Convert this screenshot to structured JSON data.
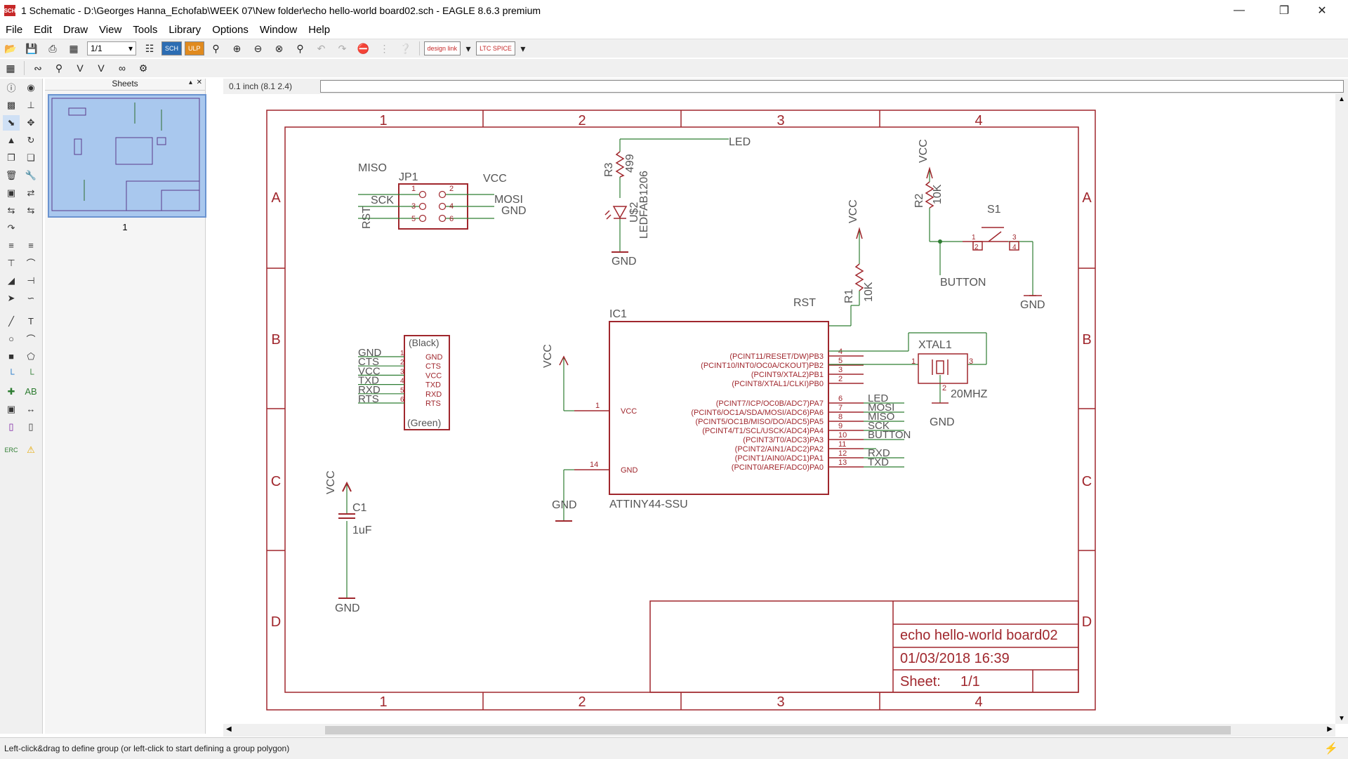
{
  "window": {
    "title": "1 Schematic - D:\\Georges Hanna_Echofab\\WEEK 07\\New folder\\echo hello-world board02.sch - EAGLE 8.6.3 premium",
    "icon_label": "SCH"
  },
  "menu": [
    "File",
    "Edit",
    "Draw",
    "View",
    "Tools",
    "Library",
    "Options",
    "Window",
    "Help"
  ],
  "toolbar": {
    "sheet_select": "1/1",
    "badges": [
      "SCH",
      "ULP",
      "design link",
      "LTC SPICE"
    ]
  },
  "sheets_panel": {
    "title": "Sheets",
    "sheet_number": "1"
  },
  "coords": "0.1 inch (8.1 2.4)",
  "status": "Left-click&drag to define group (or left-click to start defining a group polygon)",
  "schematic": {
    "frame_columns": [
      "1",
      "2",
      "3",
      "4"
    ],
    "frame_rows": [
      "A",
      "B",
      "C",
      "D"
    ],
    "title_block": {
      "name": "echo hello-world board02",
      "date": "01/03/2018 16:39",
      "sheet_label": "Sheet:",
      "sheet_value": "1/1"
    },
    "jp1": {
      "ref": "JP1",
      "pins": [
        "1",
        "2",
        "3",
        "4",
        "5",
        "6"
      ],
      "nets": {
        "miso": "MISO",
        "vcc": "VCC",
        "sck": "SCK",
        "mosi": "MOSI",
        "rst": "RST",
        "gnd": "GND"
      }
    },
    "r3": {
      "ref": "R3",
      "value": "499"
    },
    "led_net": "LED",
    "led": {
      "ref": "U$2",
      "value": "LEDFAB1206"
    },
    "gnd": "GND",
    "vcc": "VCC",
    "r2": {
      "ref": "R2",
      "value": "10K"
    },
    "s1": {
      "ref": "S1",
      "pins": [
        "1",
        "2",
        "3",
        "4"
      ]
    },
    "button_net": "BUTTON",
    "r1": {
      "ref": "R1",
      "value": "10K"
    },
    "rst_net": "RST",
    "ic1": {
      "ref": "IC1",
      "value": "ATTINY44-SSU",
      "vcc_pin": {
        "num": "1",
        "name": "VCC"
      },
      "gnd_pin": {
        "num": "14",
        "name": "GND"
      },
      "pins": [
        {
          "num": "4",
          "name": "(PCINT11/RESET/DW)PB3"
        },
        {
          "num": "5",
          "name": "(PCINT10/INT0/OC0A/CKOUT)PB2"
        },
        {
          "num": "3",
          "name": "(PCINT9/XTAL2)PB1"
        },
        {
          "num": "2",
          "name": "(PCINT8/XTAL1/CLKI)PB0"
        },
        {
          "num": "6",
          "name": "(PCINT7/ICP/OC0B/ADC7)PA7",
          "net": "LED"
        },
        {
          "num": "7",
          "name": "(PCINT6/OC1A/SDA/MOSI/ADC6)PA6",
          "net": "MOSI"
        },
        {
          "num": "8",
          "name": "(PCINT5/OC1B/MISO/DO/ADC5)PA5",
          "net": "MISO"
        },
        {
          "num": "9",
          "name": "(PCINT4/T1/SCL/USCK/ADC4)PA4",
          "net": "SCK"
        },
        {
          "num": "10",
          "name": "(PCINT3/T0/ADC3)PA3",
          "net": "BUTTON"
        },
        {
          "num": "11",
          "name": "(PCINT2/AIN1/ADC2)PA2",
          "net": ""
        },
        {
          "num": "12",
          "name": "(PCINT1/AIN0/ADC1)PA1",
          "net": "RXD"
        },
        {
          "num": "13",
          "name": "(PCINT0/AREF/ADC0)PA0",
          "net": "TXD"
        }
      ]
    },
    "xtal1": {
      "ref": "XTAL1",
      "value": "20MHZ",
      "pins": [
        "1",
        "2",
        "3"
      ]
    },
    "ftdi": {
      "top": "(Black)",
      "bottom": "(Green)",
      "pins": [
        {
          "num": "1",
          "name": "GND",
          "net": "GND"
        },
        {
          "num": "2",
          "name": "CTS",
          "net": "CTS"
        },
        {
          "num": "3",
          "name": "VCC",
          "net": "VCC"
        },
        {
          "num": "4",
          "name": "TXD",
          "net": "TXD"
        },
        {
          "num": "5",
          "name": "RXD",
          "net": "RXD"
        },
        {
          "num": "6",
          "name": "RTS",
          "net": "RTS"
        }
      ]
    },
    "c1": {
      "ref": "C1",
      "value": "1uF"
    }
  }
}
